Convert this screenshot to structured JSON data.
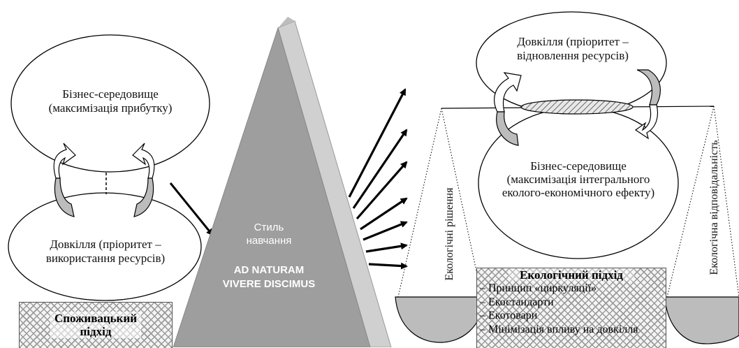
{
  "left": {
    "business_env_line1": "Бізнес-середовище",
    "business_env_line2": "(максимізація прибутку)",
    "environment_line1": "Довкілля (пріоритет –",
    "environment_line2": "використання ресурсів)",
    "approach_line1": "Споживацький",
    "approach_line2": "підхід"
  },
  "center": {
    "style_line1": "Стиль",
    "style_line2": "навчання",
    "motto_line1": "AD NATURAM",
    "motto_line2": "VIVERE DISCIMUS"
  },
  "right": {
    "environment_line1": "Довкілля (пріоритет –",
    "environment_line2": "відновлення ресурсів)",
    "business_env_line1": "Бізнес-середовище",
    "business_env_line2": "(максимізація інтегрального",
    "business_env_line3": "еколого-економічного ефекту)",
    "left_pan_label": "Екологічні рішення",
    "right_pan_label": "Екологічна відповідальність",
    "approach_title": "Екологічний підхід",
    "approach_items": [
      "– Принцип «циркуляції»",
      "– Екостандарти",
      "– Екотовари",
      "– Мінімізація впливу на довкілля"
    ]
  },
  "colors": {
    "pyramid_front": "#9e9e9e",
    "pyramid_side": "#d0d0d0",
    "pyramid_top": "#bdbdbd",
    "arrow_fill": "#bcbcbc"
  }
}
